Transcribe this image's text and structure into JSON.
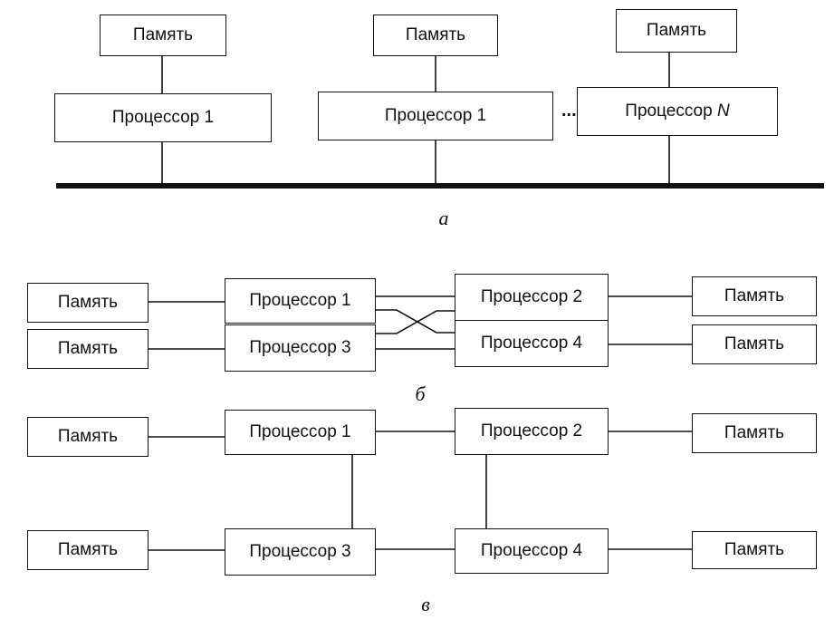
{
  "labels": {
    "memory": "Память",
    "cpu1": "Процессор 1",
    "cpu2": "Процессор 2",
    "cpu3": "Процессор 3",
    "cpu4": "Процессор 4",
    "cpuN_prefix": "Процессор ",
    "cpuN_suffix": "N",
    "ellipsis": "..."
  },
  "captions": {
    "a": "а",
    "b": "б",
    "v": "в"
  },
  "colors": {
    "ink": "#111111",
    "background": "#ffffff"
  }
}
